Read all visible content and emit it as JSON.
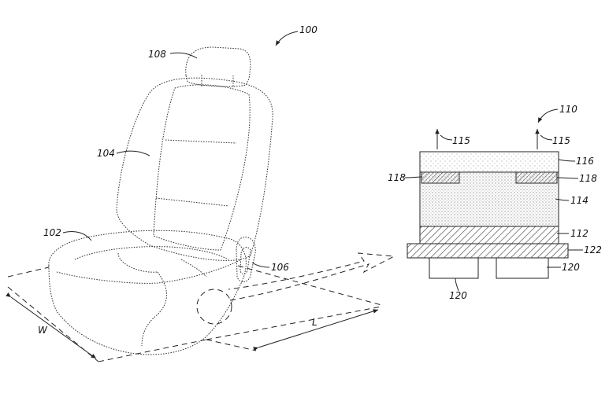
{
  "labels": {
    "assembly": "100",
    "cushion": "102",
    "backrest": "104",
    "side_panel": "106",
    "headrest": "108",
    "stack": "110",
    "layer_112": "112",
    "layer_114": "114",
    "arrow_left": "115",
    "arrow_right": "115",
    "layer_116": "116",
    "electrode_left": "118",
    "electrode_right": "118",
    "sink_left": "120",
    "sink_right": "120",
    "plate": "122",
    "width": "W",
    "length": "L"
  }
}
